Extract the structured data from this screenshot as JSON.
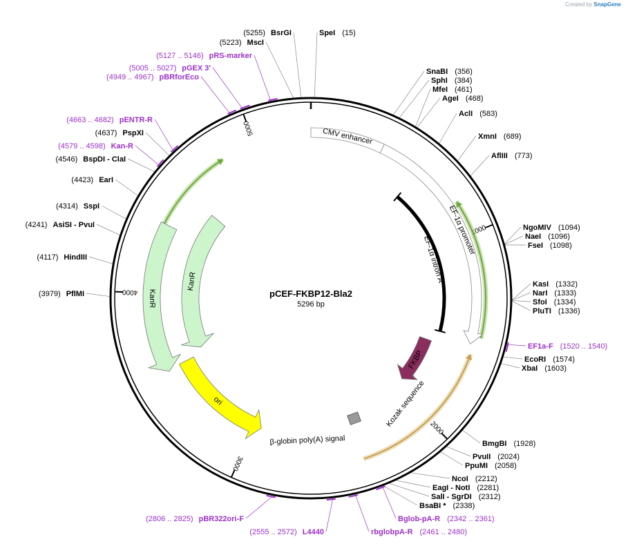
{
  "credit": {
    "prefix": "Created by",
    "brand": "SnapGene"
  },
  "plasmid": {
    "name": "pCEF-FKBP12-Bla2",
    "size_label": "5296 bp",
    "length": 5296
  },
  "ticks": [
    {
      "pos": 1000,
      "label": "1000"
    },
    {
      "pos": 2000,
      "label": "2000"
    },
    {
      "pos": 3000,
      "label": "3000"
    },
    {
      "pos": 4000,
      "label": "4000"
    },
    {
      "pos": 5000,
      "label": "5000"
    }
  ],
  "features": [
    {
      "name": "CMV enhancer",
      "start": 0,
      "end": 375,
      "type": "box",
      "color": "#ffffff",
      "stroke": "#888888"
    },
    {
      "name": "EF-1α promoter",
      "start": 375,
      "end": 1560,
      "type": "arrow",
      "color": "#ffffff",
      "stroke": "#888888"
    },
    {
      "name": "EF-1α intron A",
      "start": 595,
      "end": 1535,
      "type": "line",
      "color": "#000000"
    },
    {
      "name": "Kozak sequence",
      "start": 1876,
      "end": 1886,
      "type": "small",
      "color": "#aaaaaa"
    },
    {
      "name": "FKBP",
      "start": 1610,
      "end": 1935,
      "type": "arrow",
      "color": "#8b2d5e"
    },
    {
      "name": "β-globin poly(A) signal",
      "start": 2330,
      "end": 2385,
      "type": "small",
      "color": "#999999"
    },
    {
      "name": "ori",
      "start": 2955,
      "end": 3580,
      "type": "arrow-ccw",
      "color": "#ffff00"
    },
    {
      "name": "KanR",
      "start": 3570,
      "end": 4370,
      "type": "arrow-ccw",
      "color": "#ccf5cc"
    },
    {
      "name": "KanR",
      "start": 3620,
      "end": 4560,
      "type": "arrow-ccw",
      "color": "#ccf5cc"
    }
  ],
  "orfs": [
    {
      "start": 1520,
      "end": 830,
      "color": "#6aaa32"
    },
    {
      "start": 2380,
      "end": 1610,
      "color": "#c8a048"
    },
    {
      "start": 3970,
      "end": 4820,
      "color": "#6aaa32"
    }
  ],
  "sites": [
    {
      "name": "SpeI",
      "pos": "15",
      "side": "right"
    },
    {
      "name": "SnaBI",
      "pos": "356",
      "side": "right"
    },
    {
      "name": "SphI",
      "pos": "384",
      "side": "right"
    },
    {
      "name": "MfeI",
      "pos": "461",
      "side": "right"
    },
    {
      "name": "AgeI",
      "pos": "468",
      "side": "right"
    },
    {
      "name": "AclI",
      "pos": "583",
      "side": "right"
    },
    {
      "name": "XmnI",
      "pos": "689",
      "side": "right"
    },
    {
      "name": "AflIII",
      "pos": "773",
      "side": "right"
    },
    {
      "name": "NgoMIV",
      "pos": "1094",
      "side": "right"
    },
    {
      "name": "NaeI",
      "pos": "1096",
      "side": "right"
    },
    {
      "name": "FseI",
      "pos": "1098",
      "side": "right"
    },
    {
      "name": "KasI",
      "pos": "1332",
      "side": "right"
    },
    {
      "name": "NarI",
      "pos": "1333",
      "side": "right"
    },
    {
      "name": "SfoI",
      "pos": "1334",
      "side": "right"
    },
    {
      "name": "PluTI",
      "pos": "1336",
      "side": "right"
    },
    {
      "name": "EF1a-F",
      "pos": "1520 .. 1540",
      "side": "right",
      "primer": true
    },
    {
      "name": "EcoRI",
      "pos": "1574",
      "side": "right"
    },
    {
      "name": "XbaI",
      "pos": "1603",
      "side": "right"
    },
    {
      "name": "BmgBI",
      "pos": "1928",
      "side": "right"
    },
    {
      "name": "PvuII",
      "pos": "2024",
      "side": "right"
    },
    {
      "name": "PpuMI",
      "pos": "2058",
      "side": "right"
    },
    {
      "name": "NcoI",
      "pos": "2212",
      "side": "right"
    },
    {
      "name": "EagI - NotI",
      "pos": "2281",
      "side": "right"
    },
    {
      "name": "SalI - SgrDI",
      "pos": "2312",
      "side": "right"
    },
    {
      "name": "BsaBI *",
      "pos": "2338",
      "side": "right"
    },
    {
      "name": "Bglob-pA-R",
      "pos": "2342 .. 2361",
      "side": "right",
      "primer": true
    },
    {
      "name": "rbglobpA-R",
      "pos": "2461 .. 2480",
      "side": "right",
      "primer": true
    },
    {
      "name": "L4440",
      "pos": "2555 .. 2572",
      "side": "left",
      "primer": true
    },
    {
      "name": "pBR322ori-F",
      "pos": "2806 .. 2825",
      "side": "left",
      "primer": true
    },
    {
      "name": "PflMI",
      "pos": "3979",
      "side": "left"
    },
    {
      "name": "HindIII",
      "pos": "4117",
      "side": "left"
    },
    {
      "name": "AsiSI - PvuI",
      "pos": "4241",
      "side": "left"
    },
    {
      "name": "SspI",
      "pos": "4314",
      "side": "left"
    },
    {
      "name": "EarI",
      "pos": "4423",
      "side": "left"
    },
    {
      "name": "BspDI - ClaI",
      "pos": "4546",
      "side": "left"
    },
    {
      "name": "Kan-R",
      "pos": "4579 .. 4598",
      "side": "left",
      "primer": true
    },
    {
      "name": "PspXI",
      "pos": "4637",
      "side": "left"
    },
    {
      "name": "pENTR-R",
      "pos": "4663 .. 4682",
      "side": "left",
      "primer": true
    },
    {
      "name": "pBRforEco",
      "pos": "4949 .. 4967",
      "side": "left",
      "primer": true
    },
    {
      "name": "pGEX 3'",
      "pos": "5005 .. 5027",
      "side": "left",
      "primer": true
    },
    {
      "name": "pRS-marker",
      "pos": "5127 .. 5146",
      "side": "left",
      "primer": true
    },
    {
      "name": "MscI",
      "pos": "5223",
      "side": "left"
    },
    {
      "name": "BsrGI",
      "pos": "5255",
      "side": "left"
    }
  ]
}
